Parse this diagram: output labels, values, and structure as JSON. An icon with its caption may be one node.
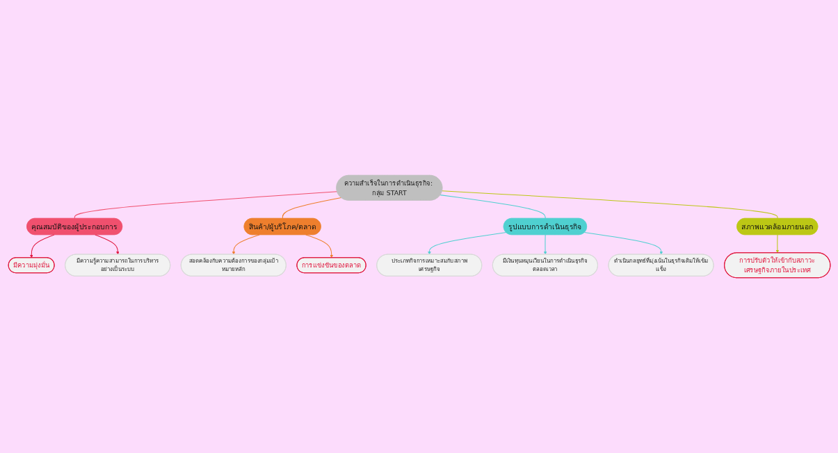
{
  "diagram": {
    "nodes": [
      {
        "text": [
          "ความสำเร็จในการดำเนินธุรกิจ: กลุ่ม START"
        ]
      },
      {
        "text": [
          "คุณสมบัติของผู้ประกอบการ"
        ]
      },
      {
        "text": [
          "มีความมุ่งมั่น"
        ]
      },
      {
        "text": [
          "มีความรู้ความสามารถในการบริหารอย่างเป็นระบบ"
        ]
      },
      {
        "text": [
          "สินค้า/ผู้บริโภค/ตลาด"
        ]
      },
      {
        "text": [
          "สอดคล้องกับความต้องการของกลุ่มเป้าหมายหลัก"
        ]
      },
      {
        "text": [
          "การแข่งขันของตลาด"
        ]
      },
      {
        "text": [
          "รูปแบบการดำเนินธุรกิจ"
        ]
      },
      {
        "text": [
          "ประเภทกิจการเหมาะสมกับสภาพเศรษฐกิจ"
        ]
      },
      {
        "text": [
          "มีเงินทุนหมุนเวียนในการดำเนินธุรกิจตลอดเวลา"
        ]
      },
      {
        "text": [
          "ดำเนินกลยุทธ์ที่มุ่งเน้นในธุรกิจเดิมให้เข้มแข็ง"
        ]
      },
      {
        "text": [
          "สภาพแวดล้อมภายนอก"
        ]
      },
      {
        "text": [
          "การปรับตัวให้เข้ากับสภาวะเศรษฐกิจภายในประเทศ"
        ]
      }
    ],
    "edges": [
      {
        "from": 0,
        "to": 1,
        "arrow": "none",
        "color": "#f0506e"
      },
      {
        "from": 1,
        "to": 2,
        "arrow": "to",
        "color": "#e0163e"
      },
      {
        "from": 1,
        "to": 3,
        "arrow": "to",
        "color": "#e0163e"
      },
      {
        "from": 0,
        "to": 4,
        "arrow": "none",
        "color": "#ee7f2d"
      },
      {
        "from": 4,
        "to": 5,
        "arrow": "to",
        "color": "#ee7f2d"
      },
      {
        "from": 4,
        "to": 6,
        "arrow": "to",
        "color": "#ee7f2d"
      },
      {
        "from": 0,
        "to": 7,
        "arrow": "none"
      },
      {
        "from": 7,
        "to": 8,
        "arrow": "to"
      },
      {
        "from": 7,
        "to": 9,
        "arrow": "to"
      },
      {
        "from": 7,
        "to": 10,
        "arrow": "to"
      },
      {
        "from": 0,
        "to": 11,
        "arrow": "none",
        "color": "#bcc715"
      },
      {
        "from": 11,
        "to": 12,
        "arrow": "to",
        "color": "#bcc715"
      }
    ]
  }
}
